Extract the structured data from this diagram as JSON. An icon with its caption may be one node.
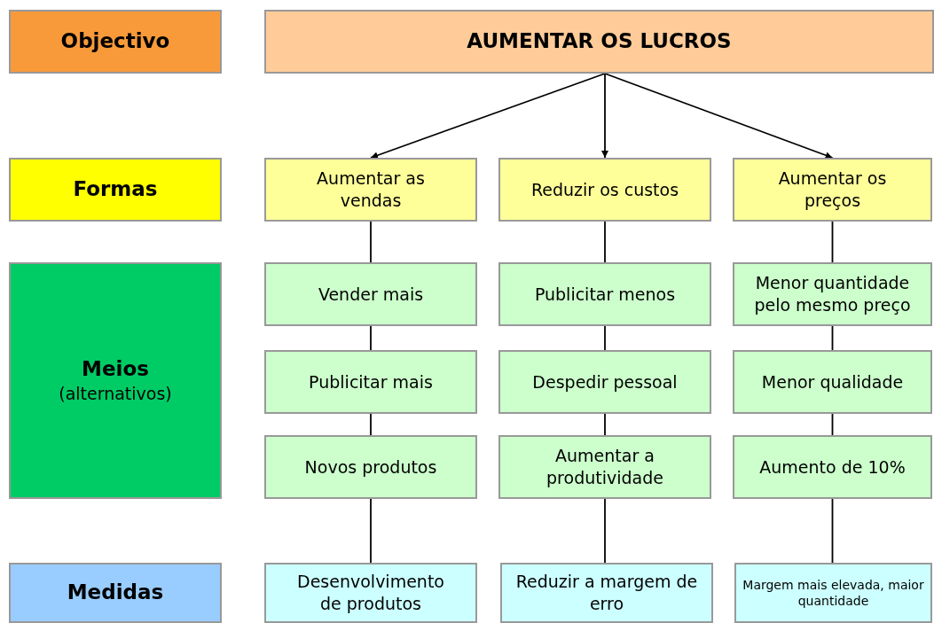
{
  "diagram": {
    "nodes": [
      {
        "text": [
          "Objectivo"
        ]
      },
      {
        "text": [
          "AUMENTAR OS LUCROS"
        ]
      },
      {
        "text": [
          "Formas"
        ]
      },
      {
        "text": [
          "Aumentar as vendas"
        ]
      },
      {
        "text": [
          "Reduzir os custos"
        ]
      },
      {
        "text": [
          "Aumentar os preços"
        ]
      },
      {
        "text": [
          "Meios",
          "(alternativos)"
        ]
      },
      {
        "text": [
          "Vender mais"
        ]
      },
      {
        "text": [
          "Publicitar menos"
        ]
      },
      {
        "text": [
          "Menor quantidade pelo mesmo preço"
        ]
      },
      {
        "text": [
          "Publicitar mais"
        ]
      },
      {
        "text": [
          "Despedir pessoal"
        ]
      },
      {
        "text": [
          "Menor qualidade"
        ]
      },
      {
        "text": [
          "Novos produtos"
        ]
      },
      {
        "text": [
          "Aumentar a produtividade"
        ]
      },
      {
        "text": [
          "Aumento de 10%"
        ]
      },
      {
        "text": [
          "Medidas"
        ]
      },
      {
        "text": [
          "Desenvolvimento de produtos"
        ]
      },
      {
        "text": [
          "Reduzir a margem de erro"
        ]
      },
      {
        "text": [
          "Margem mais elevada, maior quantidade"
        ]
      }
    ],
    "edges": [
      {
        "from": 1,
        "to": 3,
        "arrow": "to"
      },
      {
        "from": 1,
        "to": 4,
        "arrow": "to"
      },
      {
        "from": 1,
        "to": 5,
        "arrow": "to"
      },
      {
        "from": 3,
        "to": 7,
        "arrow": "none"
      },
      {
        "from": 4,
        "to": 8,
        "arrow": "none"
      },
      {
        "from": 5,
        "to": 9,
        "arrow": "none"
      },
      {
        "from": 7,
        "to": 10,
        "arrow": "none"
      },
      {
        "from": 8,
        "to": 11,
        "arrow": "none"
      },
      {
        "from": 9,
        "to": 12,
        "arrow": "none"
      },
      {
        "from": 10,
        "to": 13,
        "arrow": "none"
      },
      {
        "from": 11,
        "to": 14,
        "arrow": "none"
      },
      {
        "from": 12,
        "to": 15,
        "arrow": "none"
      },
      {
        "from": 13,
        "to": 17,
        "arrow": "none"
      },
      {
        "from": 14,
        "to": 18,
        "arrow": "none"
      },
      {
        "from": 15,
        "to": 19,
        "arrow": "none"
      }
    ]
  }
}
